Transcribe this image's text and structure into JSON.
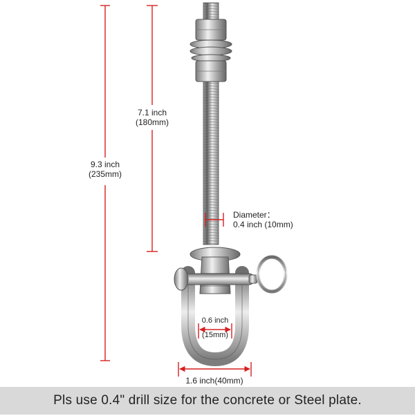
{
  "dimensions": {
    "overall_length": {
      "line1": "9.3 inch",
      "line2": "(235mm)"
    },
    "thread_length": {
      "line1": "7.1 inch",
      "line2": "(180mm)"
    },
    "diameter": {
      "line1": "Diameter：",
      "line2": "0.4 inch (10mm)"
    },
    "inner_width": {
      "line1": "0.6 inch",
      "line2": "(15mm)"
    },
    "outer_width": {
      "text": "1.6 inch(40mm)"
    }
  },
  "banner": {
    "text": "Pls use 0.4\" drill size for the concrete or Steel plate."
  },
  "colors": {
    "dimension_line": "#d62020",
    "background": "#ffffff",
    "banner_bg": "#d9d9d9",
    "steel": "#9a9a9a"
  },
  "icons": [
    "swing-hanger-hook",
    "split-ring"
  ]
}
